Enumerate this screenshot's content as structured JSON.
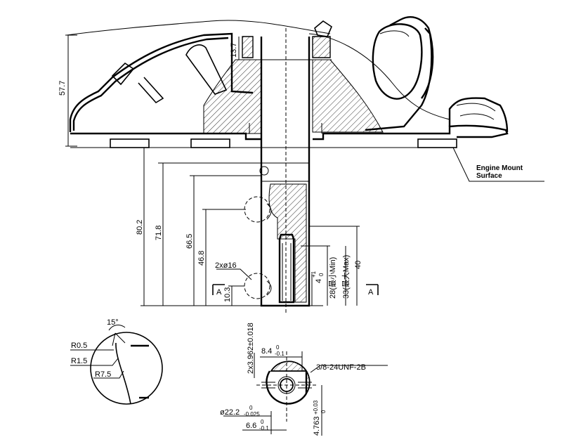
{
  "dimensions": {
    "height_57_7": "57.7",
    "flange_13_7": "13.7",
    "length_80_2": "80.2",
    "length_71_8": "71.8",
    "length_66_5": "66.5",
    "length_46_8": "46.8",
    "length_10_3": "10.3",
    "holes_2x16": "2xø16",
    "thread_depth_4": "4",
    "thread_depth_4_tol_upper": "+1",
    "thread_depth_4_tol_lower": "0",
    "min_28": "28(最小Min)",
    "max_33": "33(最大Max)",
    "length_40": "40",
    "angle_15": "15°",
    "radius_r0_5": "R0.5",
    "radius_r1_5": "R1.5",
    "radius_r7_5": "R7.5",
    "keyway_width": "2x3.962±0.018",
    "flat_8_4": "8.4",
    "flat_8_4_tol_upper": "0",
    "flat_8_4_tol_lower": "-0.1",
    "thread_spec": "3/8-24UNF-2B",
    "shaft_dia": "ø22.2",
    "shaft_dia_tol_upper": "0",
    "shaft_dia_tol_lower": "-0.025",
    "flat_6_6": "6.6",
    "flat_6_6_tol_upper": "0",
    "flat_6_6_tol_lower": "-0.1",
    "key_4_763": "4.763",
    "key_4_763_tol_upper": "+0.03",
    "key_4_763_tol_lower": "0"
  },
  "section_markers": {
    "left": "A",
    "right": "A"
  },
  "callout": {
    "line1": "Engine Mount",
    "line2": "Surface"
  }
}
